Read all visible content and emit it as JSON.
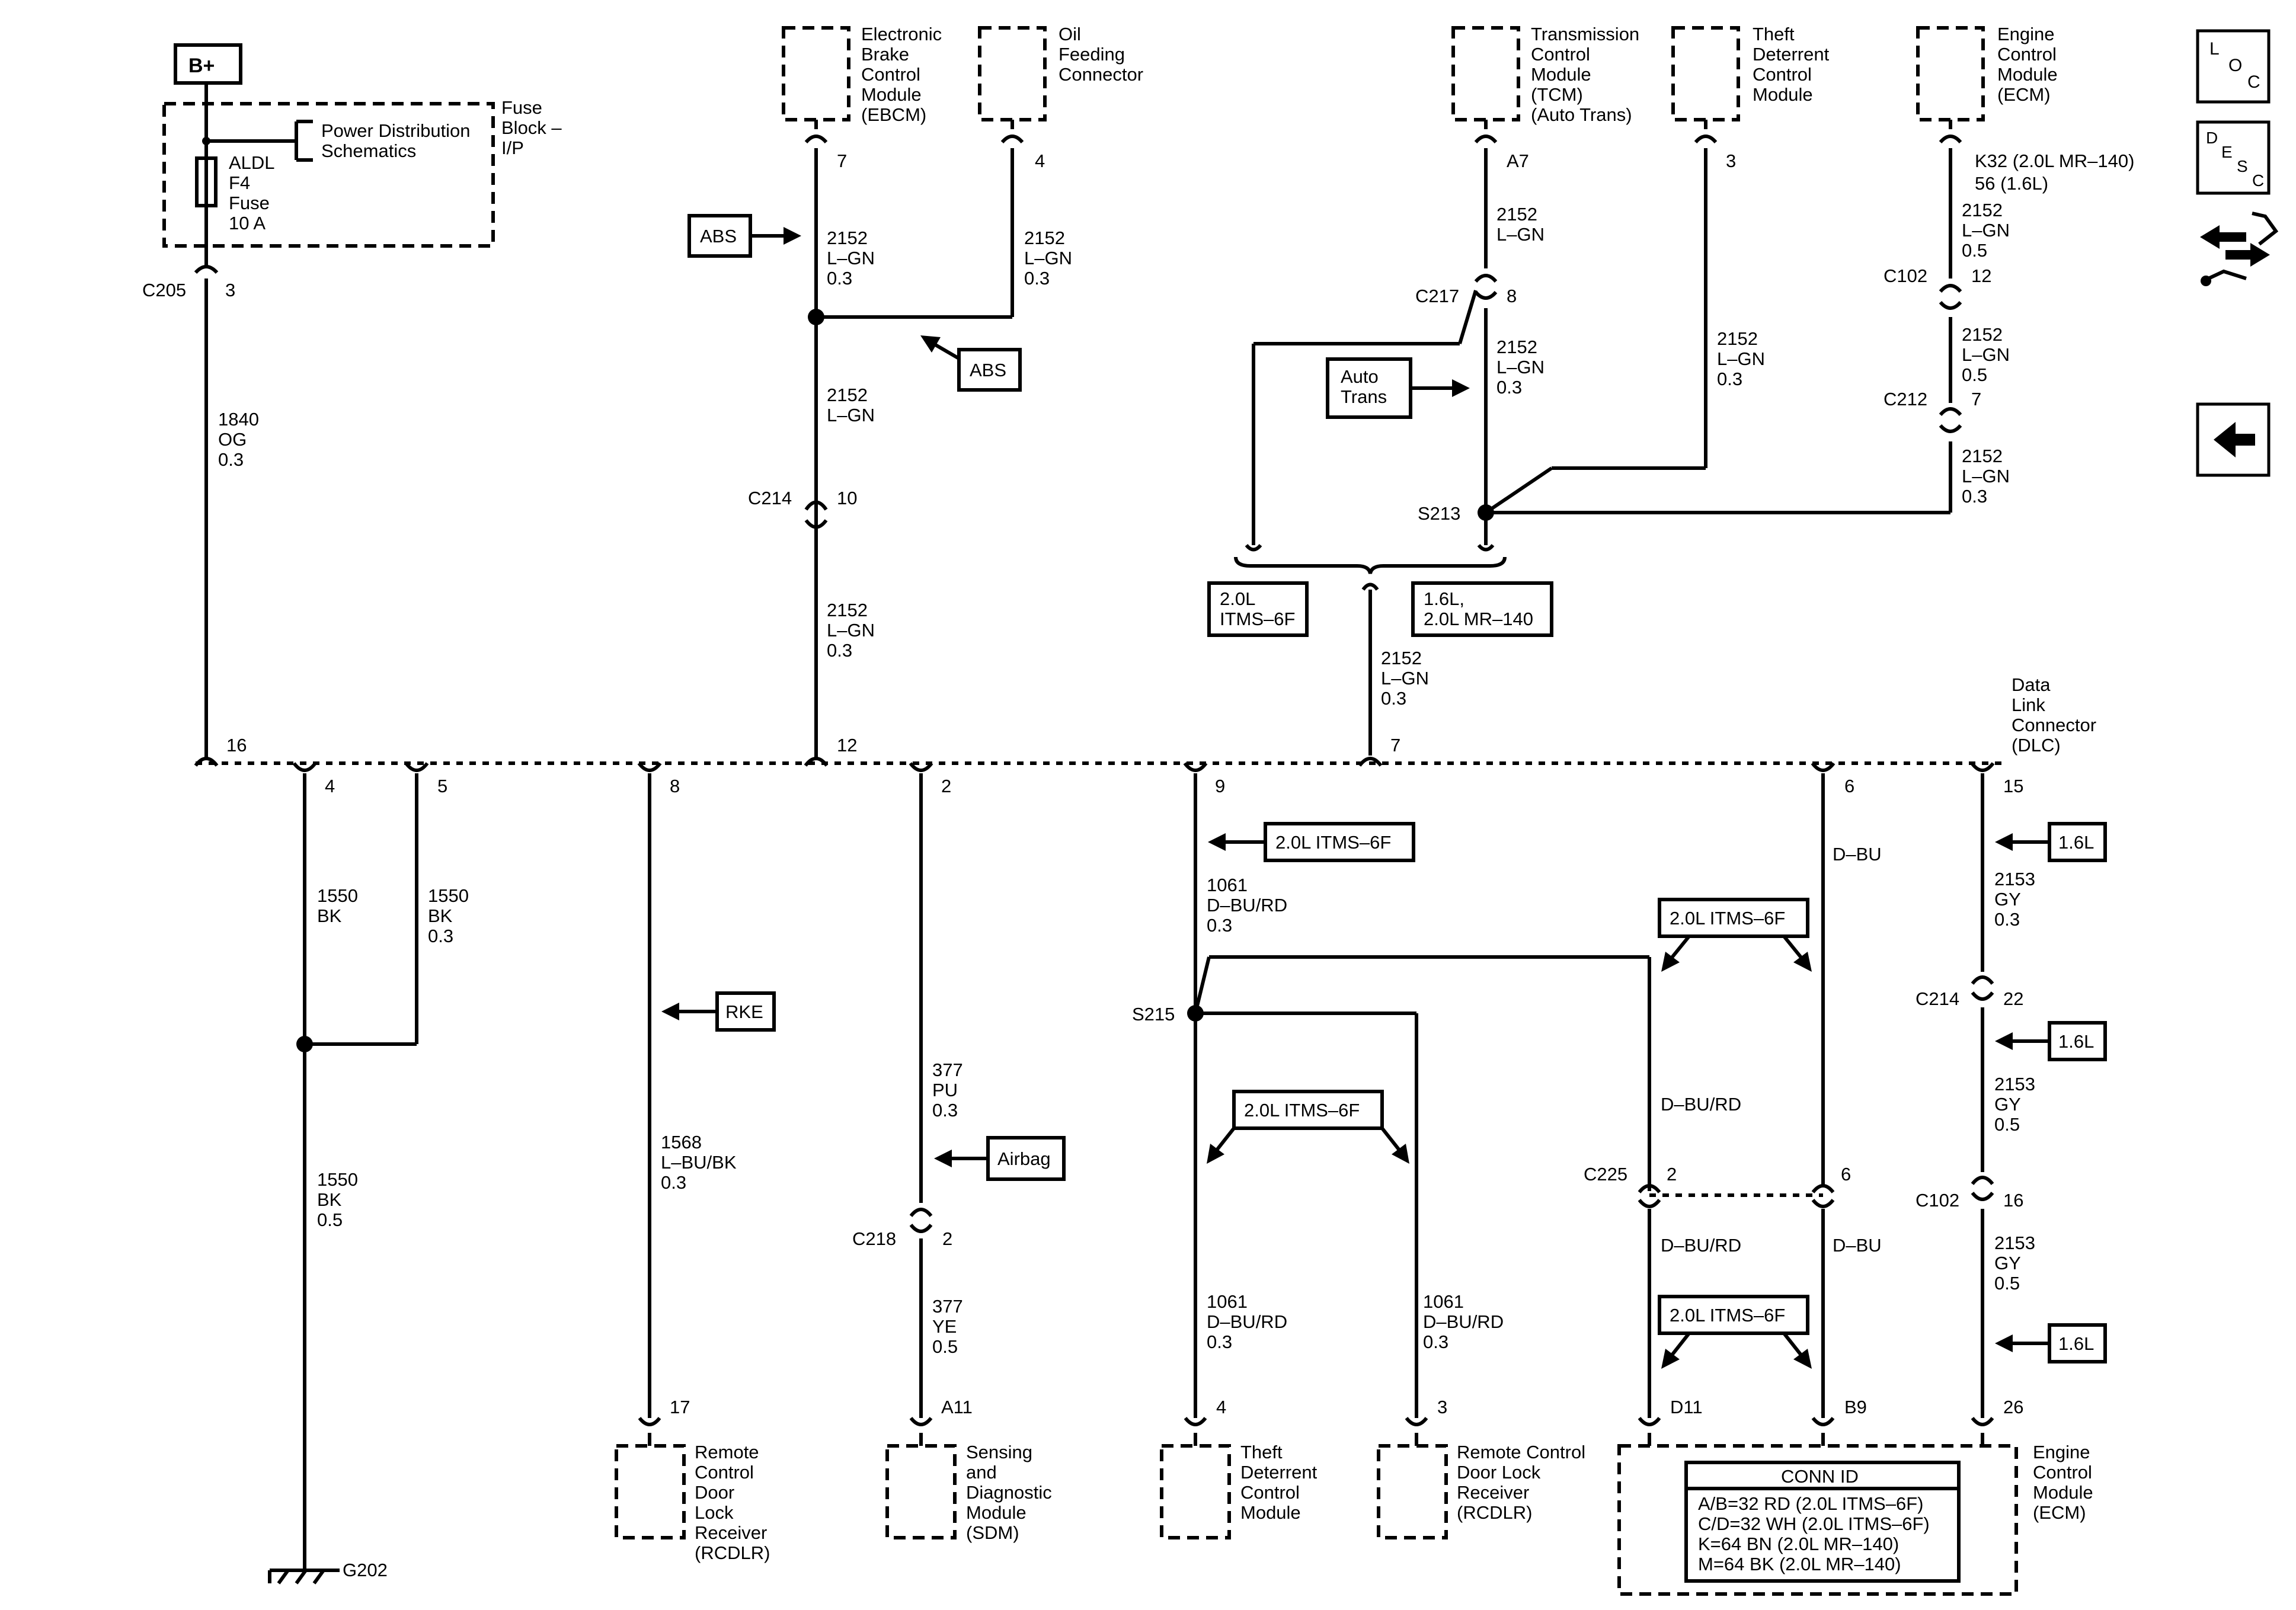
{
  "labels": {
    "b_plus": "B+",
    "fuse_block": [
      "Fuse",
      "Block –",
      "I/P"
    ],
    "power_dist": [
      "Power Distribution",
      "Schematics"
    ],
    "fuse": [
      "ALDL",
      "F4",
      "Fuse",
      "10 A"
    ],
    "ebcm": [
      "Electronic",
      "Brake",
      "Control",
      "Module",
      "(EBCM)"
    ],
    "oil_feeding": [
      "Oil",
      "Feeding",
      "Connector"
    ],
    "tcm": [
      "Transmission",
      "Control",
      "Module",
      "(TCM)",
      "(Auto Trans)"
    ],
    "theft_top": [
      "Theft",
      "Deterrent",
      "Control",
      "Module"
    ],
    "ecm_top": [
      "Engine",
      "Control",
      "Module",
      "(ECM)"
    ],
    "dlc": [
      "Data",
      "Link",
      "Connector",
      "(DLC)"
    ],
    "rcdlr_left": [
      "Remote",
      "Control",
      "Door",
      "Lock",
      "Receiver",
      "(RCDLR)"
    ],
    "sdm": [
      "Sensing",
      "and",
      "Diagnostic",
      "Module",
      "(SDM)"
    ],
    "theft_bottom": [
      "Theft",
      "Deterrent",
      "Control",
      "Module"
    ],
    "rcdlr_right": [
      "Remote Control",
      "Door Lock",
      "Receiver",
      "(RCDLR)"
    ],
    "ecm_bottom": [
      "Engine",
      "Control",
      "Module",
      "(ECM)"
    ],
    "ground": "G202",
    "conn_id_title": "CONN ID",
    "conn_id_lines": [
      "A/B=32 RD (2.0L ITMS–6F)",
      "C/D=32 WH (2.0L ITMS–6F)",
      "K=64 BN (2.0L MR–140)",
      "M=64 BK (2.0L MR–140)"
    ]
  },
  "reference_boxes": {
    "abs_1": "ABS",
    "abs_2": "ABS",
    "auto_trans": [
      "Auto",
      "Trans"
    ],
    "opt_20l": [
      "2.0L",
      "ITMS–6F"
    ],
    "opt_16l": [
      "1.6L,",
      "2.0L MR–140"
    ],
    "rke": "RKE",
    "airbag": "Airbag",
    "itms_pin9": "2.0L ITMS–6F",
    "itms_s215": "2.0L ITMS–6F",
    "itms_upper_right": "2.0L ITMS–6F",
    "itms_lower_right": "2.0L ITMS–6F",
    "l16_1": "1.6L",
    "l16_2": "1.6L",
    "l16_3": "1.6L"
  },
  "connectors": {
    "c205": "C205",
    "c205_pin": "3",
    "c214_top": "C214",
    "c214_top_pin": "10",
    "c217": "C217",
    "c217_pin": "8",
    "s213": "S213",
    "c102_top": "C102",
    "c102_top_pin": "12",
    "c212": "C212",
    "c212_pin": "7",
    "s215": "S215",
    "c214_right": "C214",
    "c214_right_pin": "22",
    "c225": "C225",
    "c225_pin_left": "2",
    "c225_pin_right": "6",
    "c102_bottom": "C102",
    "c102_bottom_pin": "16",
    "c218": "C218",
    "c218_pin": "2"
  },
  "pins": {
    "ebcm": "7",
    "oil": "4",
    "tcm": "A7",
    "theft_top": "3",
    "ecm_top": [
      "K32 (2.0L MR–140)",
      "56 (1.6L)"
    ],
    "dlc": [
      "16",
      "4",
      "5",
      "8",
      "12",
      "2",
      "9",
      "7",
      "6",
      "15"
    ],
    "rcdlr_left": "17",
    "sdm": "A11",
    "theft_bottom": "4",
    "rcdlr_right": "3",
    "ecm_d11": "D11",
    "ecm_b9": "B9",
    "ecm_26": "26"
  },
  "wires": {
    "w1840": [
      "1840",
      "OG",
      "0.3"
    ],
    "ebcm_a": [
      "2152",
      "L–GN",
      "0.3"
    ],
    "oil_a": [
      "2152",
      "L–GN",
      "0.3"
    ],
    "ebcm_b": [
      "2152",
      "L–GN"
    ],
    "ebcm_c": [
      "2152",
      "L–GN",
      "0.3"
    ],
    "tcm_a": [
      "2152",
      "L–GN"
    ],
    "tcm_b": [
      "2152",
      "L–GN",
      "0.3"
    ],
    "theft_a": [
      "2152",
      "L–GN",
      "0.3"
    ],
    "ecm_a": [
      "2152",
      "L–GN",
      "0.5"
    ],
    "ecm_b": [
      "2152",
      "L–GN",
      "0.5"
    ],
    "ecm_c": [
      "2152",
      "L–GN",
      "0.3"
    ],
    "dlc7": [
      "2152",
      "L–GN",
      "0.3"
    ],
    "gnd_4": [
      "1550",
      "BK"
    ],
    "gnd_5": [
      "1550",
      "BK",
      "0.3"
    ],
    "gnd_main": [
      "1550",
      "BK",
      "0.5"
    ],
    "rcdlr": [
      "1568",
      "L–BU/BK",
      "0.3"
    ],
    "sdm_a": [
      "377",
      "PU",
      "0.3"
    ],
    "sdm_b": [
      "377",
      "YE",
      "0.5"
    ],
    "pin9": [
      "1061",
      "D–BU/RD",
      "0.3"
    ],
    "theft_b": [
      "1061",
      "D–BU/RD",
      "0.3"
    ],
    "rcdlr_b": [
      "1061",
      "D–BU/RD",
      "0.3"
    ],
    "pin6": "D–BU",
    "c225_upper": "D–BU/RD",
    "c225_lower_left": "D–BU/RD",
    "c225_lower_right": "D–BU",
    "gy_a": [
      "2153",
      "GY",
      "0.3"
    ],
    "gy_b": [
      "2153",
      "GY",
      "0.5"
    ],
    "gy_c": [
      "2153",
      "GY",
      "0.5"
    ]
  },
  "nav": {
    "loc": [
      "L",
      "O",
      "C"
    ],
    "desc": [
      "D",
      "E",
      "S",
      "C"
    ]
  }
}
